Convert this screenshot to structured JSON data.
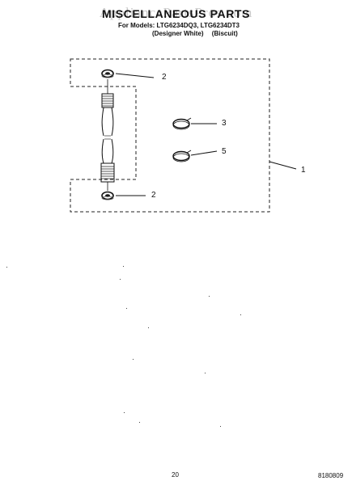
{
  "header": {
    "watermark": "AppliancePartsPros.com",
    "title": "MISCELLANEOUS PARTS",
    "models": "For Models: LTG6234DQ3, LTG6234DT3",
    "color_1": "(Designer White)",
    "color_2": "(Biscuit)"
  },
  "diagram": {
    "callouts": [
      {
        "id": "callout-2-top",
        "label": "2"
      },
      {
        "id": "callout-2-bottom",
        "label": "2"
      },
      {
        "id": "callout-3",
        "label": "3"
      },
      {
        "id": "callout-5",
        "label": "5"
      },
      {
        "id": "callout-1",
        "label": "1"
      }
    ]
  },
  "footer": {
    "page_number": "20",
    "doc_code": "8180809"
  }
}
